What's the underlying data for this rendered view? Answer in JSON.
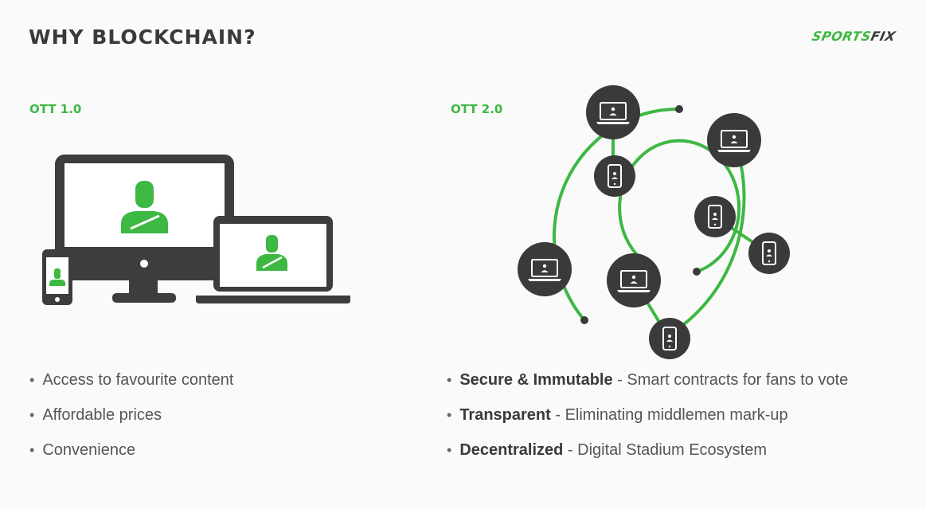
{
  "slide": {
    "title": "WHY BLOCKCHAIN?",
    "logo": {
      "part1": "SPORTS",
      "part2": "FIX"
    }
  },
  "ott1": {
    "label": "OTT 1.0",
    "bullets": [
      "Access to favourite content",
      "Affordable prices",
      "Convenience"
    ]
  },
  "ott2": {
    "label": "OTT 2.0",
    "bullets": [
      {
        "bold": "Secure & Immutable",
        "text": " - Smart contracts for fans to vote"
      },
      {
        "bold": "Transparent",
        "text": " - Eliminating middlemen mark-up"
      },
      {
        "bold": "Decentralized",
        "text": " - Digital Stadium Ecosystem"
      }
    ]
  },
  "colors": {
    "accent": "#3db843",
    "dark": "#3a3a3a",
    "background": "#fafafa"
  },
  "icons": [
    "desktop-monitor-icon",
    "laptop-icon",
    "smartphone-icon",
    "user-avatar-icon"
  ]
}
